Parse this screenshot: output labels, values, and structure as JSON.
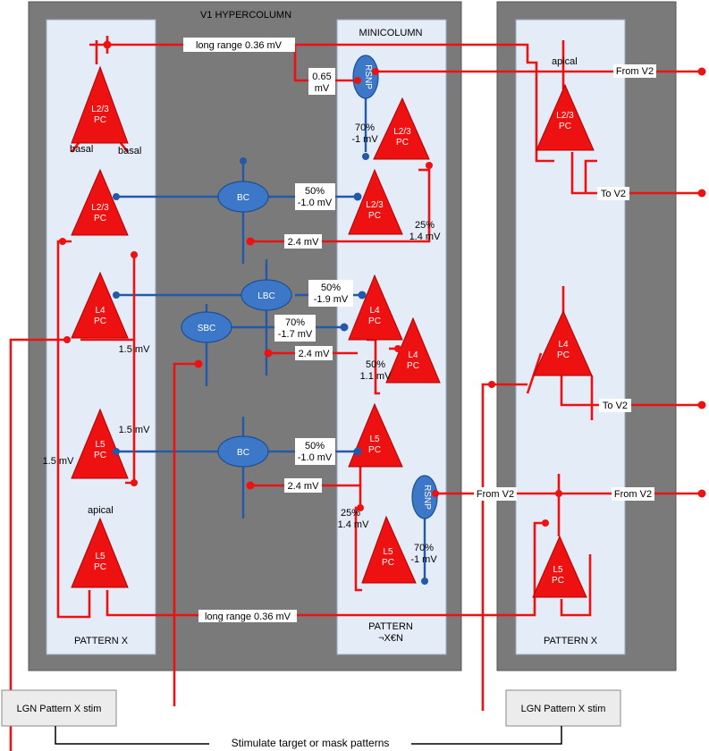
{
  "labels": {
    "hypercolumn_title": "V1 HYPERCOLUMN",
    "minicolumn_title": "MINICOLUMN",
    "pattern_x_left": "PATTERN X",
    "pattern_not_x_line1": "PATTERN",
    "pattern_not_x_line2": "¬X€N",
    "pattern_x_right": "PATTERN X",
    "lgn_left": "LGN Pattern X stim",
    "lgn_right": "LGN Pattern X stim",
    "stimulate": "Stimulate target or mask patterns"
  },
  "cells": {
    "l23_line1": "L2/3",
    "pc": "PC",
    "l4_line1": "L4",
    "l5_line1": "L5",
    "bc": "BC",
    "lbc": "LBC",
    "sbc": "SBC",
    "rsnp": "RSNP"
  },
  "dendrites": {
    "basal": "basal",
    "apical": "apical"
  },
  "synapses": {
    "long_range_top": "long range 0.36  mV",
    "long_range_bottom": "long range 0.36  mV",
    "rsnp_top_l1": "0.65",
    "rsnp_top_l2": "mV",
    "rsnp_inhib_top_l1": "70%",
    "rsnp_inhib_top_l2": "-1 mV",
    "bc_top_l1": "50%",
    "bc_top_l2": "-1.0 mV",
    "bc_top_exc": "2.4 mV",
    "recurrent_l23_l1": "25%",
    "recurrent_l23_l2": "1.4 mV",
    "lbc_l1": "50%",
    "lbc_l2": "-1.9 mV",
    "sbc_l1": "70%",
    "sbc_l2": "-1.7 mV",
    "l4_exc": "2.4 mV",
    "l4_recurrent_l1": "50%",
    "l4_recurrent_l2": "1.1 mV",
    "left_15_a": "1.5 mV",
    "left_15_b": "1.5 mV",
    "left_15_c": "1.5 mV",
    "bc_bottom_l1": "50%",
    "bc_bottom_l2": "-1.0 mV",
    "bc_bottom_exc": "2.4 mV",
    "l5_recurrent_l1": "25%",
    "l5_recurrent_l2": "1.4  mV",
    "rsnp_inhib_bottom_l1": "70%",
    "rsnp_inhib_bottom_l2": "-1 mV"
  },
  "v2": {
    "from_v2_top": "From V2",
    "to_v2_top": "To V2",
    "to_v2_mid": "To V2",
    "from_v2_bottom_left": "From V2",
    "from_v2_bottom_right": "From V2"
  },
  "colors": {
    "excitatory": "#ee1111",
    "inhibitory": "#2458a8",
    "outer_panel": "#7a7a7a",
    "column_panel": "#e4ecf7"
  }
}
